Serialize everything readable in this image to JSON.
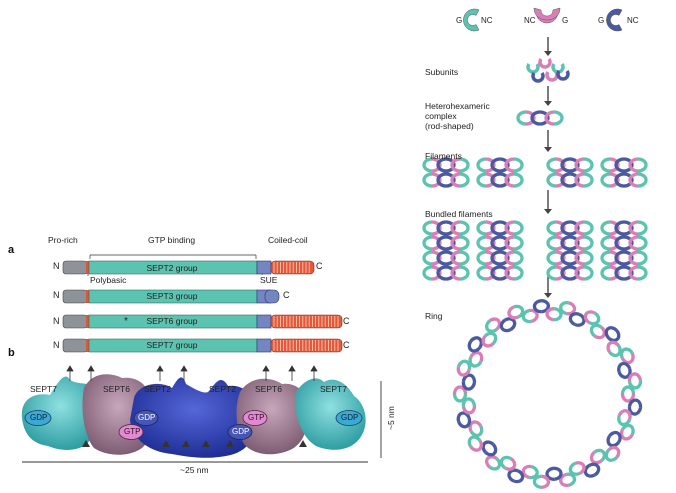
{
  "panel_a": {
    "label": "a",
    "header": {
      "pro_rich": "Pro-rich",
      "gtp_binding": "GTP binding",
      "coiled_coil": "Coiled-coil"
    },
    "polybasic": "Polybasic",
    "sue": "SUE",
    "n_term": "N",
    "c_term": "C",
    "star": "*",
    "groups": [
      {
        "name": "SEPT2 group",
        "coiled_coil": true
      },
      {
        "name": "SEPT3 group",
        "coiled_coil": false
      },
      {
        "name": "SEPT6 group",
        "coiled_coil": true
      },
      {
        "name": "SEPT7 group",
        "coiled_coil": true
      }
    ]
  },
  "panel_b": {
    "label": "b",
    "subunits": [
      "SEPT7",
      "SEPT6",
      "SEPT2",
      "SEPT2",
      "SEPT6",
      "SEPT7"
    ],
    "nucleotides": {
      "gdp": "GDP",
      "gtp": "GTP"
    },
    "scale_length": "~25 nm",
    "scale_height": "~5 nm"
  },
  "assembly": {
    "monomers": [
      {
        "left": "G",
        "right": "NC",
        "color": "#5cc3b0"
      },
      {
        "left": "NC",
        "right": "G",
        "color": "#d97fb6"
      },
      {
        "left": "G",
        "right": "NC",
        "color": "#5566a8"
      }
    ],
    "stages": [
      "Subunits",
      "Heterohexameric complex (rod-shaped)",
      "Filaments",
      "Bundled filaments",
      "Ring"
    ],
    "stage_lines": {
      "complex": [
        "Heterohexameric",
        "complex",
        "(rod-shaped)"
      ]
    }
  },
  "colors": {
    "teal": "#5cc3b0",
    "pink": "#d97fb6",
    "blue": "#4a5aa0",
    "coil": "#e25a3a",
    "grey": "#8e9299",
    "sue": "#7486c2",
    "surface_teal": "#4ab7bb",
    "surface_mauve": "#a07f95",
    "surface_blue": "#3345b0"
  }
}
